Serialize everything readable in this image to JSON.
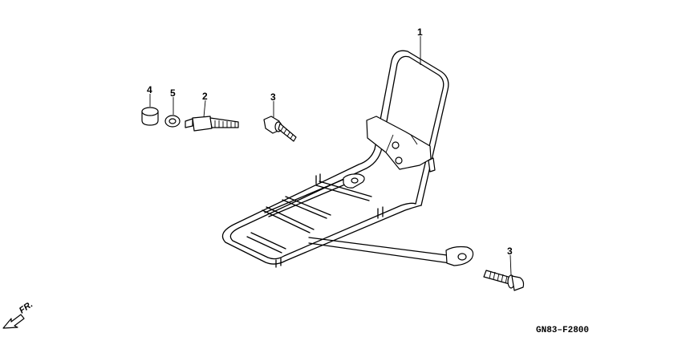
{
  "callouts": [
    {
      "id": "c1",
      "label": "1"
    },
    {
      "id": "c2",
      "label": "2"
    },
    {
      "id": "c3a",
      "label": "3"
    },
    {
      "id": "c3b",
      "label": "3"
    },
    {
      "id": "c4",
      "label": "4"
    },
    {
      "id": "c5",
      "label": "5"
    }
  ],
  "diagram_code": "GN83–F2800",
  "direction_label": "FR."
}
